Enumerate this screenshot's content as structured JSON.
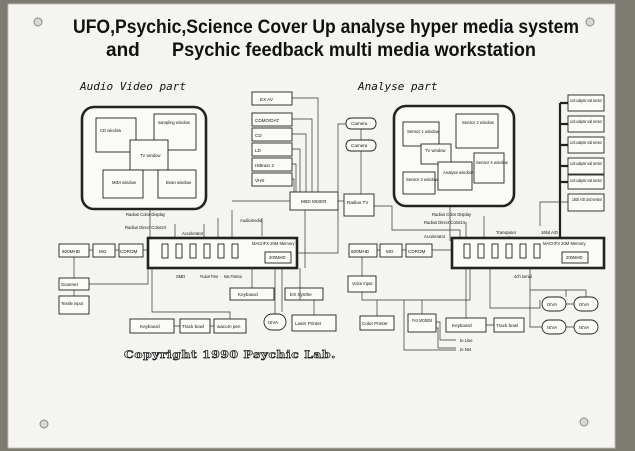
{
  "title": {
    "line1": "UFO,Psychic,Science Cover Up analyse hyper media system",
    "line2": "and",
    "line3": "Psychic feedback multi media workstation"
  },
  "sections": {
    "audio_video": "Audio Video part",
    "analyse": "Analyse part"
  },
  "left_display": {
    "cd_window": "CD window",
    "sampling_window": "sampling window",
    "tv_window": "TV window",
    "midi_window": "MIDI window",
    "brain_window": "Brain window"
  },
  "right_display": {
    "sensor1_window": "Sensor 1 window",
    "sensor2_window": "Sensor 2 window",
    "tv_window": "TV window",
    "sensor3_window": "Sensor 3 window",
    "analyse_window": "Analyse window",
    "sensor4_window": "Sensor 4 window"
  },
  "av_sources": [
    "EX AV",
    "CDMO/DAT",
    "CD",
    "LD",
    "HiBrain 2",
    "VHS"
  ],
  "cameras": [
    "Camera",
    "Camera"
  ],
  "midi_mixer": "MIDI MIXER",
  "radius_tv": "Radius TV",
  "labels": {
    "radius_color_display_l": "Radius Color Display",
    "radius_direct_color_l": "Radius Direct Color24",
    "accelerator_l": "Accelerator",
    "audiomedia": "Audiomedia",
    "radius_color_display_r": "Radius Color Display",
    "radius_direct_color_r": "Radius Direct Color24",
    "accelerator_r": "Accelerator",
    "transputer": "Transputer",
    "bit16_ad": "16bit A/D",
    "serial_4ch": "4ch serial",
    "to_line": "to Line",
    "to_net": "to Net"
  },
  "left_mac": {
    "model": "MACIIFX 20M Memory",
    "disk": "200MHD",
    "sub_labels": [
      "SMD",
      "Picuture Press",
      "Mac Protecia"
    ]
  },
  "right_mac": {
    "model": "MACIIFX 20M Memory",
    "disk": "200MHD"
  },
  "left_storage": [
    "600MHD",
    "MO",
    "CDROM"
  ],
  "right_storage": [
    "600MHD",
    "MO",
    "CDROM"
  ],
  "left_io": {
    "scanner": "Scanner",
    "textile": "Textile input",
    "keyboard": "Keyboard",
    "ex_synthe": "EX Synthe",
    "keyboard_bottom": "Keyboard",
    "track_bowl": "Track bowl",
    "wacom_pen": "wacom pen",
    "isva": "ISVA",
    "laser_printer": "Laser Printer"
  },
  "right_io": {
    "voice_input": "Voice input",
    "color_printer": "Color Printer",
    "fax_modem": "FAX MODEM",
    "keyboard": "Keyboard",
    "track_bowl": "Track bowl",
    "isva": [
      "ISVA",
      "ISVA",
      "ISVA",
      "ISVA"
    ]
  },
  "link_adapters": [
    "Link adapter and sensor",
    "Link adapter and sensor",
    "Link adapter and sensor",
    "Link adapter and sensor",
    "Link adapter and sensor",
    "16bit A/D and sensor"
  ],
  "copyright": "Copyright 1990 Psychic Lab.",
  "colors": {
    "frame": "#7d7a72",
    "panel": "#f4f4f0",
    "ink": "#222222"
  }
}
